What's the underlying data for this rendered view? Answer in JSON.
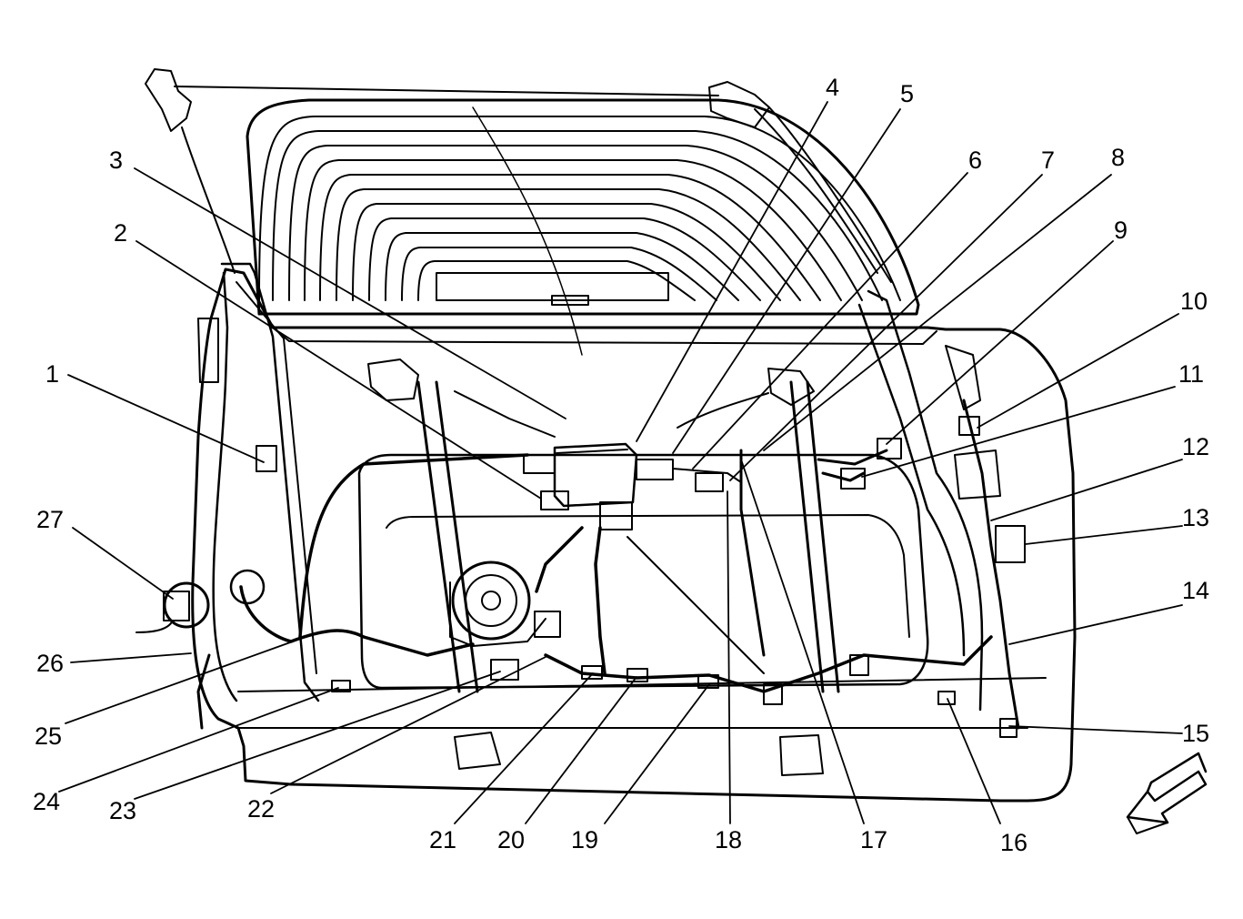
{
  "diagram": {
    "type": "exploded parts illustration",
    "ink_color": "#000000",
    "background_color": "#ffffff",
    "callouts": [
      "1",
      "2",
      "3",
      "4",
      "5",
      "6",
      "7",
      "8",
      "9",
      "10",
      "11",
      "12",
      "13",
      "14",
      "15",
      "16",
      "17",
      "18",
      "19",
      "20",
      "21",
      "22",
      "23",
      "24",
      "25",
      "26",
      "27"
    ],
    "direction_icon": "front-arrow-icon"
  }
}
